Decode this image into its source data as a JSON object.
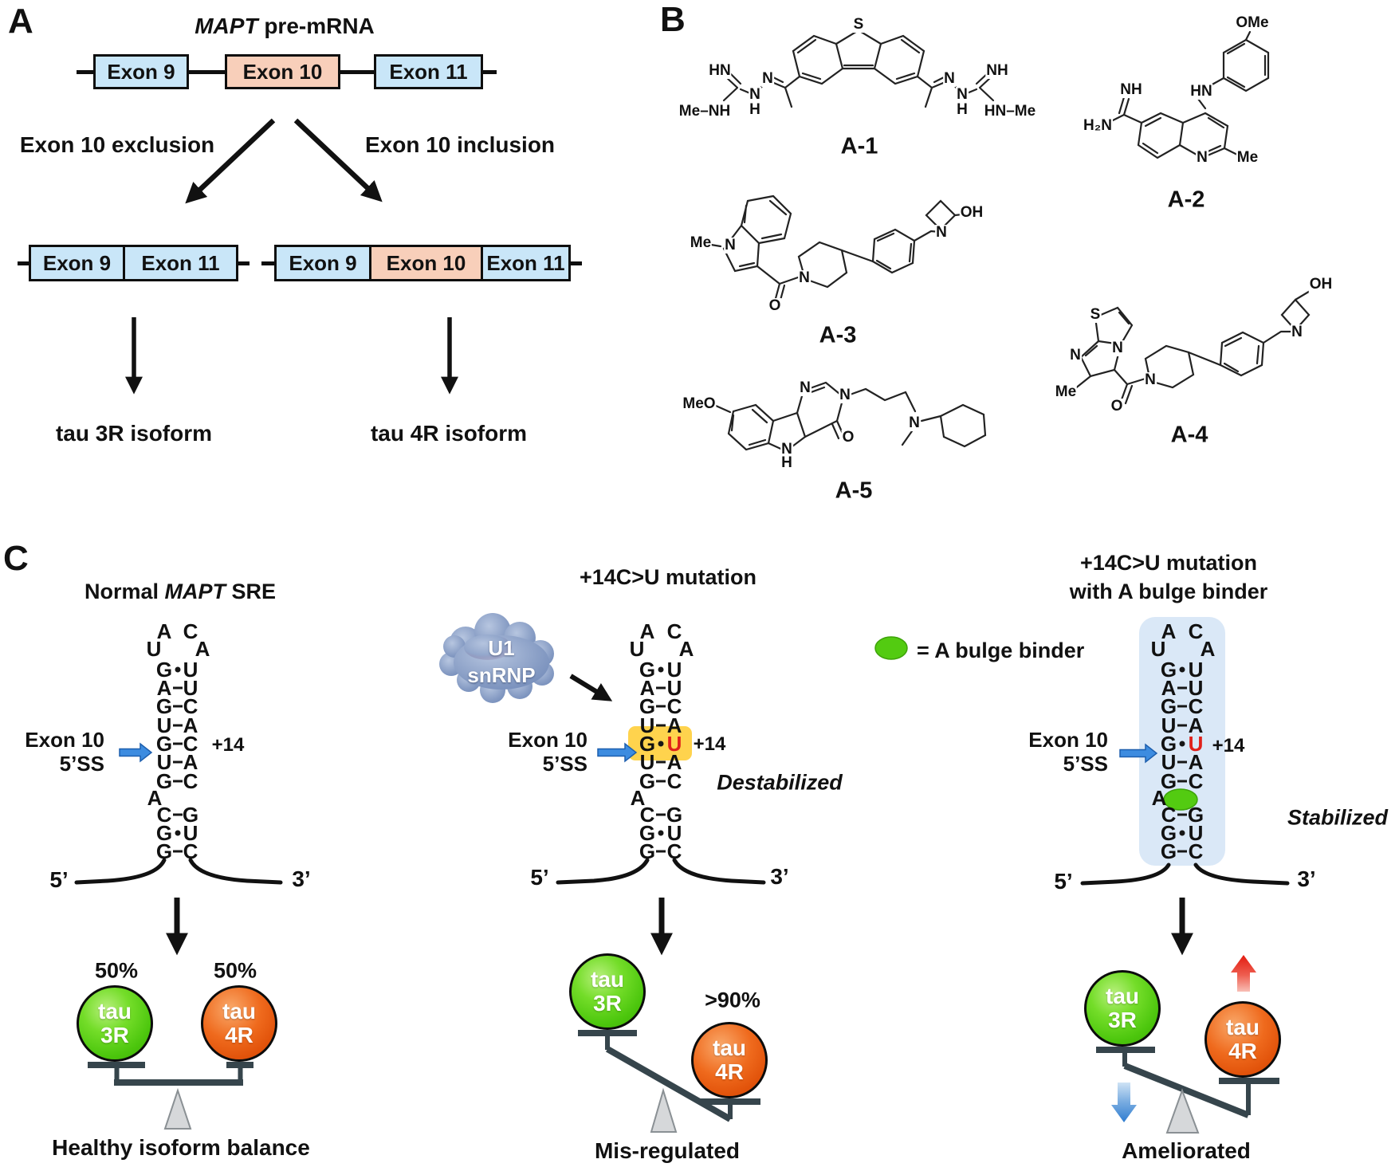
{
  "panel_a": {
    "label": "A",
    "title_italic": "MAPT",
    "title_rest": " pre-mRNA",
    "premrna": [
      "Exon 9",
      "Exon 10",
      "Exon 11"
    ],
    "branch_left": "Exon 10 exclusion",
    "branch_right": "Exon 10 inclusion",
    "mrna_left": [
      "Exon 9",
      "Exon 11"
    ],
    "mrna_right": [
      "Exon 9",
      "Exon 10",
      "Exon 11"
    ],
    "result_left": "tau 3R isoform",
    "result_right": "tau 4R isoform",
    "colors": {
      "exon_blue": "#c9e6f8",
      "exon10_salmon": "#f8cfba"
    }
  },
  "panel_b": {
    "label": "B",
    "molecules": [
      {
        "name": "A-1",
        "labels": [
          [
            "S",
            1077,
            31
          ],
          [
            "HN",
            903,
            89
          ],
          [
            "N",
            963,
            99
          ],
          [
            "N",
            947,
            119
          ],
          [
            "H",
            947,
            138
          ],
          [
            "Me–NH",
            884,
            140
          ],
          [
            "N",
            1191,
            99
          ],
          [
            "N",
            1207,
            119
          ],
          [
            "H",
            1207,
            138
          ],
          [
            "NH",
            1251,
            89
          ],
          [
            "HN–Me",
            1267,
            140
          ]
        ]
      },
      {
        "name": "A-2",
        "labels": [
          [
            "OMe",
            1571,
            29
          ],
          [
            "HN",
            1507,
            115
          ],
          [
            "NH",
            1419,
            113
          ],
          [
            "H₂N",
            1377,
            158
          ],
          [
            "N",
            1508,
            198
          ],
          [
            "Me",
            1565,
            198
          ]
        ]
      },
      {
        "name": "A-3",
        "labels": [
          [
            "Me",
            879,
            305
          ],
          [
            "N",
            916,
            308
          ],
          [
            "O",
            972,
            384
          ],
          [
            "N",
            1009,
            349
          ],
          [
            "N",
            1181,
            292
          ],
          [
            "OH",
            1219,
            267
          ]
        ]
      },
      {
        "name": "A-4",
        "labels": [
          [
            "S",
            1374,
            395
          ],
          [
            "N",
            1349,
            446
          ],
          [
            "N",
            1402,
            437
          ],
          [
            "Me",
            1337,
            492
          ],
          [
            "O",
            1401,
            510
          ],
          [
            "N",
            1443,
            477
          ],
          [
            "N",
            1627,
            417
          ],
          [
            "OH",
            1657,
            357
          ]
        ]
      },
      {
        "name": "A-5",
        "labels": [
          [
            "MeO",
            877,
            507
          ],
          [
            "N",
            1010,
            487
          ],
          [
            "N",
            1060,
            496
          ],
          [
            "O",
            1064,
            549
          ],
          [
            "N",
            987,
            564
          ],
          [
            "H",
            987,
            581
          ],
          [
            "N",
            1147,
            531
          ]
        ]
      }
    ]
  },
  "panel_c": {
    "label": "C",
    "legend_text": "= A bulge binder",
    "hairpin": {
      "loop_row1": [
        "A",
        "C"
      ],
      "loop_row2": [
        "U",
        "A"
      ],
      "stem_upper": [
        [
          "G",
          "dot",
          "U"
        ],
        [
          "A",
          "dash",
          "U"
        ],
        [
          "G",
          "dash",
          "C"
        ],
        [
          "U",
          "dash",
          "A"
        ],
        [
          "G",
          "dash",
          "C"
        ],
        [
          "U",
          "dash",
          "A"
        ],
        [
          "G",
          "dash",
          "C"
        ]
      ],
      "mutated_pair": [
        "G",
        "dot",
        "U"
      ],
      "bulge": "A",
      "stem_lower": [
        [
          "C",
          "dash",
          "G"
        ],
        [
          "G",
          "dot",
          "U"
        ],
        [
          "G",
          "dash",
          "C"
        ]
      ],
      "plus14": "+14",
      "ss_line1": "Exon 10",
      "ss_line2": "5’SS",
      "five_prime": "5’",
      "three_prime": "3’"
    },
    "u1_line1": "U1",
    "u1_line2": "snRNP",
    "columns": [
      {
        "title_pre": "Normal ",
        "title_italic": "MAPT",
        "title_post": " SRE",
        "pct_left": "50%",
        "pct_right": "50%",
        "state": null,
        "caption": "Healthy isoform balance"
      },
      {
        "title_line1": "+14C>U mutation",
        "pct_orange": ">90%",
        "state": "Destabilized",
        "caption": "Mis-regulated"
      },
      {
        "title_line1": "+14C>U mutation",
        "title_line2": "with A bulge binder",
        "state": "Stabilized",
        "caption": "Ameliorated"
      }
    ],
    "balls": {
      "tau3r": [
        "tau",
        "3R"
      ],
      "tau4r": [
        "tau",
        "4R"
      ]
    },
    "colors": {
      "highlight_yellow": "#ffd34d",
      "stem_box_blue": "#dae8f7",
      "binder_green": "#53cb11",
      "mutant_red": "#e0201a",
      "ss_arrow_blue": "#3d8ce0"
    }
  }
}
